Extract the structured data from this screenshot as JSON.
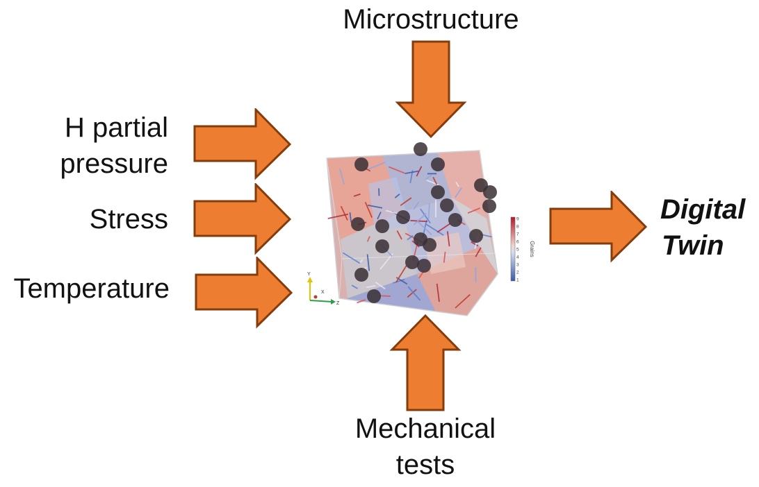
{
  "inputs": {
    "top": "Microstructure",
    "left_1_line_1": "H partial",
    "left_1_line_2": "pressure",
    "left_2": "Stress",
    "left_3": "Temperature",
    "bottom_line_1": "Mechanical",
    "bottom_line_2": "tests"
  },
  "output": {
    "line_1": "Digital",
    "line_2": "Twin"
  },
  "simulation": {
    "legend_title": "Grains",
    "legend_ticks": [
      "9",
      "8",
      "7",
      "6",
      "5",
      "4",
      "3",
      "2",
      "1"
    ],
    "axis_labels": {
      "y": "Y",
      "x": "X",
      "z": "Z"
    }
  },
  "colors": {
    "arrow_fill": "#ED7D31",
    "arrow_stroke": "#843C0C",
    "grain_high": "#C0392B",
    "grain_low": "#3B5BA9"
  }
}
